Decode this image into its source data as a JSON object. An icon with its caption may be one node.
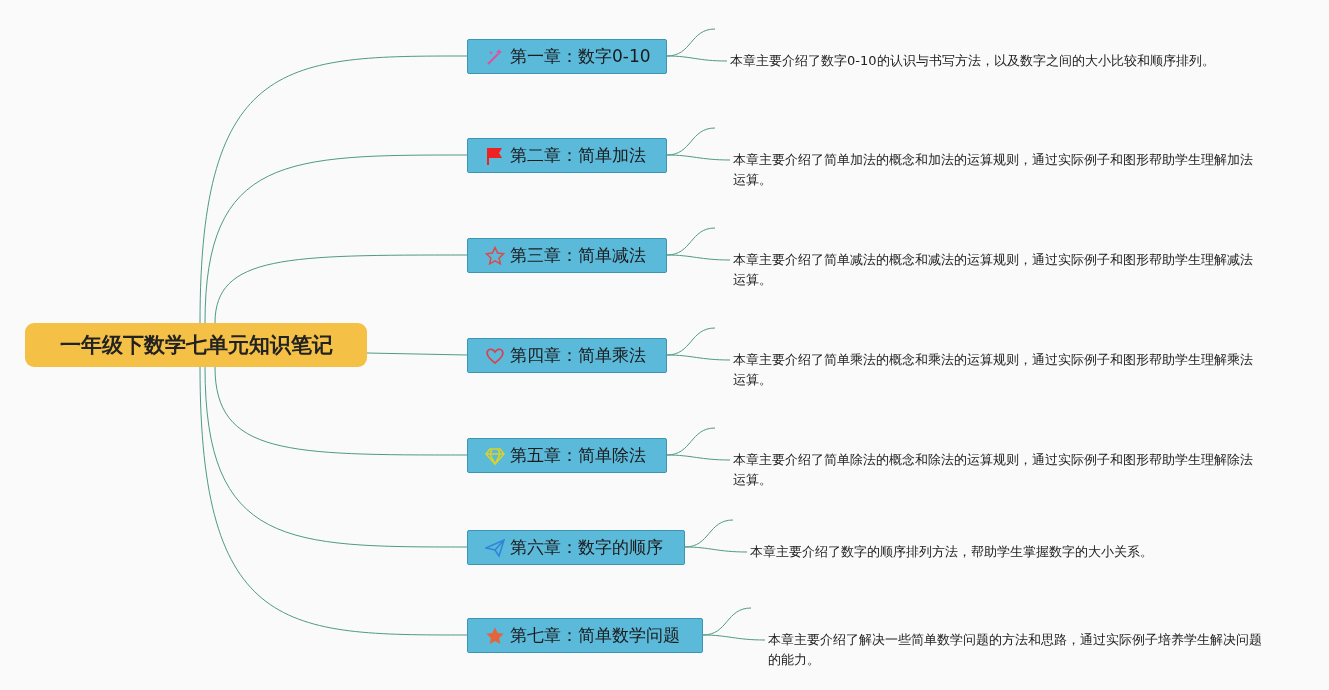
{
  "diagram": {
    "nodes": [
      {
        "text": [
          "一年级下数学七单元知识笔记"
        ]
      },
      {
        "text": [
          "第一章：数字0-10"
        ]
      },
      {
        "text": [
          "第二章：简单加法"
        ]
      },
      {
        "text": [
          "第三章：简单减法"
        ]
      },
      {
        "text": [
          "第四章：简单乘法"
        ]
      },
      {
        "text": [
          "第五章：简单除法"
        ]
      },
      {
        "text": [
          "第六章：数字的顺序"
        ]
      },
      {
        "text": [
          "第七章：简单数学问题"
        ]
      },
      {
        "text": [
          "本章主要介绍了数字0-10的认识与书写方法，以及数字之间的大小比较和顺序排列。"
        ]
      },
      {
        "text": [
          "本章主要介绍了简单加法的概念和加法的运算规则，通过实际例子和图形帮助学生理解加法运算。"
        ]
      },
      {
        "text": [
          "本章主要介绍了简单减法的概念和减法的运算规则，通过实际例子和图形帮助学生理解减法运算。"
        ]
      },
      {
        "text": [
          "本章主要介绍了简单乘法的概念和乘法的运算规则，通过实际例子和图形帮助学生理解乘法运算。"
        ]
      },
      {
        "text": [
          "本章主要介绍了简单除法的概念和除法的运算规则，通过实际例子和图形帮助学生理解除法运算。"
        ]
      },
      {
        "text": [
          "本章主要介绍了数字的顺序排列方法，帮助学生掌握数字的大小关系。"
        ]
      },
      {
        "text": [
          "本章主要介绍了解决一些简单数学问题的方法和思路，通过实际例子培养学生解决问题的能力。"
        ]
      }
    ],
    "edges": [
      {
        "from": 0,
        "to": 1,
        "arrow": "none"
      },
      {
        "from": 0,
        "to": 2,
        "arrow": "none"
      },
      {
        "from": 0,
        "to": 3,
        "arrow": "none"
      },
      {
        "from": 0,
        "to": 4,
        "arrow": "none"
      },
      {
        "from": 0,
        "to": 5,
        "arrow": "none"
      },
      {
        "from": 0,
        "to": 6,
        "arrow": "none"
      },
      {
        "from": 0,
        "to": 7,
        "arrow": "none"
      },
      {
        "from": 1,
        "to": 8,
        "arrow": "none"
      },
      {
        "from": 2,
        "to": 9,
        "arrow": "none"
      },
      {
        "from": 3,
        "to": 10,
        "arrow": "none"
      },
      {
        "from": 4,
        "to": 11,
        "arrow": "none"
      },
      {
        "from": 5,
        "to": 12,
        "arrow": "none"
      },
      {
        "from": 6,
        "to": 13,
        "arrow": "none"
      },
      {
        "from": 7,
        "to": 14,
        "arrow": "none"
      }
    ]
  }
}
